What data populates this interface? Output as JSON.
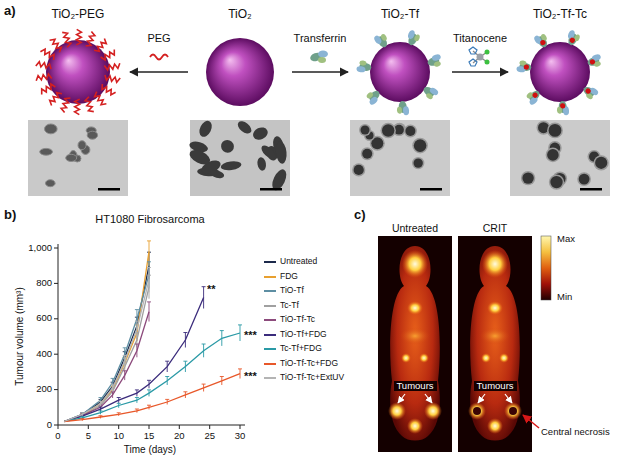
{
  "diagram": {
    "nodes": [
      {
        "text": [
          "TiO₂-PEG"
        ]
      },
      {
        "text": [
          "TiO₂"
        ]
      },
      {
        "text": [
          "TiO₂-Tf"
        ]
      },
      {
        "text": [
          "TiO₂-Tf-Tc"
        ]
      }
    ],
    "edges": [
      {
        "from": 1,
        "to": 0,
        "arrow": "to",
        "label": "PEG"
      },
      {
        "from": 1,
        "to": 2,
        "arrow": "to",
        "label": "Transferrin"
      },
      {
        "from": 2,
        "to": 3,
        "arrow": "to",
        "label": "Titanocene"
      }
    ],
    "labels": [
      "a)",
      "b)",
      "c)",
      "HT1080 Fibrosarcoma",
      "Tumour volume (mm³)",
      "1,000",
      "800",
      "600",
      "400",
      "200",
      "0",
      "0",
      "5",
      "10",
      "15",
      "20",
      "25",
      "30",
      "Time (days)",
      "**",
      "***",
      "***",
      "Untreated",
      "CRIT",
      "Max",
      "Min",
      "Tumours",
      "Tumours",
      "Central necrosis"
    ],
    "legend": [
      {
        "text": "Untreated",
        "color": "#1c2a4c"
      },
      {
        "text": "FDG",
        "color": "#e8a030"
      },
      {
        "text": "TiO-Tf",
        "color": "#5d8ea3"
      },
      {
        "text": "Tc-Tf",
        "color": "#a0a0a0"
      },
      {
        "text": "TiO-Tf-Tc",
        "color": "#8c4a7c"
      },
      {
        "text": "TiO-Tf+FDG",
        "color": "#3b2c7c"
      },
      {
        "text": "Tc-Tf+FDG",
        "color": "#2a9aa6"
      },
      {
        "text": "TiO-Tf-Tc+FDG",
        "color": "#e8582a"
      },
      {
        "text": "TiO-Tf-Tc+ExtUV",
        "color": "#b4b4b4"
      }
    ]
  }
}
